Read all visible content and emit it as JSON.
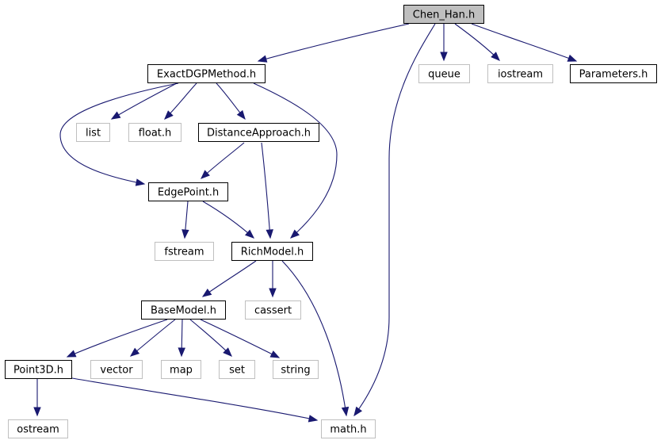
{
  "colors": {
    "edge": "#191970",
    "root_fill": "#bfbfbf",
    "project_border": "#000000",
    "system_border": "#bfbfbf",
    "background": "#ffffff"
  },
  "nodes": [
    {
      "id": "chen_han",
      "label": "Chen_Han.h",
      "kind": "root"
    },
    {
      "id": "exactdgp",
      "label": "ExactDGPMethod.h",
      "kind": "project"
    },
    {
      "id": "queue",
      "label": "queue",
      "kind": "system"
    },
    {
      "id": "iostream",
      "label": "iostream",
      "kind": "system"
    },
    {
      "id": "parameters",
      "label": "Parameters.h",
      "kind": "project"
    },
    {
      "id": "list",
      "label": "list",
      "kind": "system"
    },
    {
      "id": "float",
      "label": "float.h",
      "kind": "system"
    },
    {
      "id": "distance",
      "label": "DistanceApproach.h",
      "kind": "project"
    },
    {
      "id": "edgepoint",
      "label": "EdgePoint.h",
      "kind": "project"
    },
    {
      "id": "fstream",
      "label": "fstream",
      "kind": "system"
    },
    {
      "id": "richmodel",
      "label": "RichModel.h",
      "kind": "project"
    },
    {
      "id": "basemodel",
      "label": "BaseModel.h",
      "kind": "project"
    },
    {
      "id": "cassert",
      "label": "cassert",
      "kind": "system"
    },
    {
      "id": "point3d",
      "label": "Point3D.h",
      "kind": "project"
    },
    {
      "id": "vector",
      "label": "vector",
      "kind": "system"
    },
    {
      "id": "map",
      "label": "map",
      "kind": "system"
    },
    {
      "id": "set",
      "label": "set",
      "kind": "system"
    },
    {
      "id": "string",
      "label": "string",
      "kind": "system"
    },
    {
      "id": "ostream",
      "label": "ostream",
      "kind": "system"
    },
    {
      "id": "math",
      "label": "math.h",
      "kind": "system"
    }
  ],
  "edges": [
    {
      "from": "chen_han",
      "to": "exactdgp"
    },
    {
      "from": "chen_han",
      "to": "math"
    },
    {
      "from": "chen_han",
      "to": "queue"
    },
    {
      "from": "chen_han",
      "to": "iostream"
    },
    {
      "from": "chen_han",
      "to": "parameters"
    },
    {
      "from": "exactdgp",
      "to": "list"
    },
    {
      "from": "exactdgp",
      "to": "float"
    },
    {
      "from": "exactdgp",
      "to": "distance"
    },
    {
      "from": "exactdgp",
      "to": "edgepoint"
    },
    {
      "from": "exactdgp",
      "to": "richmodel"
    },
    {
      "from": "distance",
      "to": "edgepoint"
    },
    {
      "from": "distance",
      "to": "richmodel"
    },
    {
      "from": "edgepoint",
      "to": "fstream"
    },
    {
      "from": "edgepoint",
      "to": "richmodel"
    },
    {
      "from": "richmodel",
      "to": "basemodel"
    },
    {
      "from": "richmodel",
      "to": "cassert"
    },
    {
      "from": "richmodel",
      "to": "math"
    },
    {
      "from": "basemodel",
      "to": "point3d"
    },
    {
      "from": "basemodel",
      "to": "vector"
    },
    {
      "from": "basemodel",
      "to": "map"
    },
    {
      "from": "basemodel",
      "to": "set"
    },
    {
      "from": "basemodel",
      "to": "string"
    },
    {
      "from": "point3d",
      "to": "ostream"
    },
    {
      "from": "point3d",
      "to": "math"
    }
  ]
}
